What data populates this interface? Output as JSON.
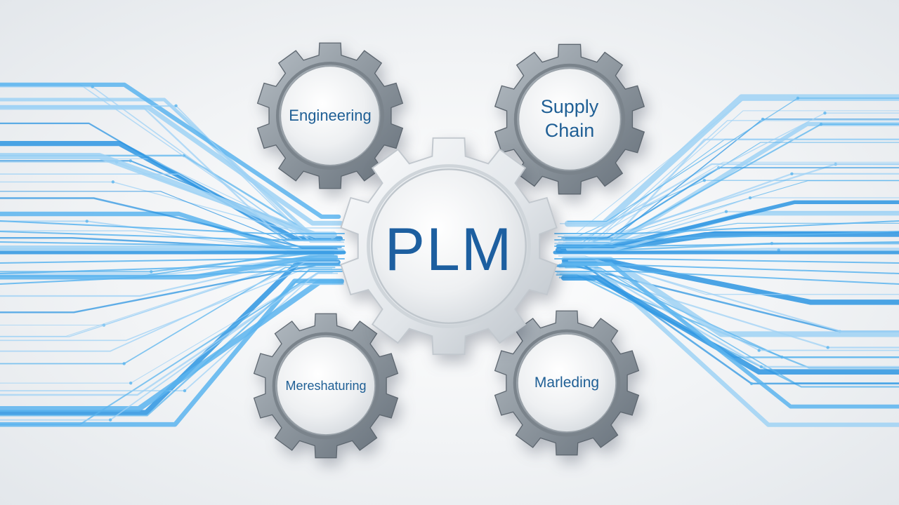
{
  "diagram": {
    "center": {
      "label": "PLM"
    },
    "nodes": [
      {
        "id": "engineering",
        "label": "Engineering"
      },
      {
        "id": "supply-chain",
        "label": "Supply\nChain"
      },
      {
        "id": "manufacturing",
        "label": "Mereshaturing"
      },
      {
        "id": "marketing",
        "label": "Marleding"
      }
    ]
  },
  "colors": {
    "circuit_light": "#9fd2f5",
    "circuit_mid": "#5ab4ee",
    "circuit_dark": "#2d95e2",
    "gear_ring": "#8b949c",
    "gear_face": "#eef0f2",
    "text_blue": "#1f5f95"
  },
  "icons": {
    "gears": "gear-icon",
    "background": "circuit-lines"
  }
}
